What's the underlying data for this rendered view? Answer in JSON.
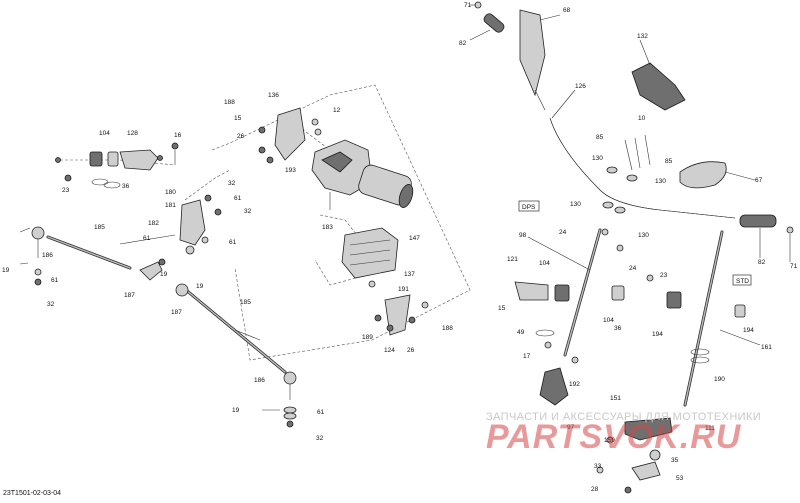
{
  "diagram_code": "23T1501-02-03-04",
  "watermark": {
    "caption": "ЗАПЧАСТИ И АКСЕССУАРЫ ДЛЯ МОТОТЕХНИКИ",
    "logo": "PARTSVOK.RU"
  },
  "tags": {
    "dps": "DPS",
    "std": "STD"
  },
  "callouts": [
    {
      "id": "c71a",
      "text": "71"
    },
    {
      "id": "c68",
      "text": "68"
    },
    {
      "id": "c82a",
      "text": "82"
    },
    {
      "id": "c132",
      "text": "132"
    },
    {
      "id": "c126",
      "text": "126"
    },
    {
      "id": "c10",
      "text": "10"
    },
    {
      "id": "c85a",
      "text": "85"
    },
    {
      "id": "c85b",
      "text": "85"
    },
    {
      "id": "c130a",
      "text": "130"
    },
    {
      "id": "c130b",
      "text": "130"
    },
    {
      "id": "c130c",
      "text": "130"
    },
    {
      "id": "c130d",
      "text": "130"
    },
    {
      "id": "c67",
      "text": "67"
    },
    {
      "id": "c82b",
      "text": "82"
    },
    {
      "id": "c71b",
      "text": "71"
    },
    {
      "id": "c136",
      "text": "136"
    },
    {
      "id": "c188a",
      "text": "188"
    },
    {
      "id": "c15a",
      "text": "15"
    },
    {
      "id": "c26a",
      "text": "26"
    },
    {
      "id": "c12",
      "text": "12"
    },
    {
      "id": "c193",
      "text": "193"
    },
    {
      "id": "c104a",
      "text": "104"
    },
    {
      "id": "c128",
      "text": "128"
    },
    {
      "id": "c16",
      "text": "16"
    },
    {
      "id": "c23a",
      "text": "23"
    },
    {
      "id": "c36a",
      "text": "36"
    },
    {
      "id": "c180",
      "text": "180"
    },
    {
      "id": "c32a",
      "text": "32"
    },
    {
      "id": "c61a",
      "text": "61"
    },
    {
      "id": "c32b",
      "text": "32"
    },
    {
      "id": "c181",
      "text": "181"
    },
    {
      "id": "c182",
      "text": "182"
    },
    {
      "id": "c61b",
      "text": "61"
    },
    {
      "id": "c61c",
      "text": "61"
    },
    {
      "id": "c183",
      "text": "183"
    },
    {
      "id": "c147",
      "text": "147"
    },
    {
      "id": "c185a",
      "text": "185"
    },
    {
      "id": "c186a",
      "text": "186"
    },
    {
      "id": "c19a",
      "text": "19"
    },
    {
      "id": "c61d",
      "text": "61"
    },
    {
      "id": "c32c",
      "text": "32"
    },
    {
      "id": "c187a",
      "text": "187"
    },
    {
      "id": "c19b",
      "text": "19"
    },
    {
      "id": "c19c",
      "text": "19"
    },
    {
      "id": "c187b",
      "text": "187"
    },
    {
      "id": "c185b",
      "text": "185"
    },
    {
      "id": "c137",
      "text": "137"
    },
    {
      "id": "c191",
      "text": "191"
    },
    {
      "id": "c188b",
      "text": "188"
    },
    {
      "id": "c189",
      "text": "189"
    },
    {
      "id": "c124",
      "text": "124"
    },
    {
      "id": "c26b",
      "text": "26"
    },
    {
      "id": "c186b",
      "text": "186"
    },
    {
      "id": "c19d",
      "text": "19"
    },
    {
      "id": "c61e",
      "text": "61"
    },
    {
      "id": "c32d",
      "text": "32"
    },
    {
      "id": "c98",
      "text": "98"
    },
    {
      "id": "c24a",
      "text": "24"
    },
    {
      "id": "c24b",
      "text": "24"
    },
    {
      "id": "c121",
      "text": "121"
    },
    {
      "id": "c104b",
      "text": "104"
    },
    {
      "id": "c104c",
      "text": "104"
    },
    {
      "id": "c15b",
      "text": "15"
    },
    {
      "id": "c36b",
      "text": "36"
    },
    {
      "id": "c23b",
      "text": "23"
    },
    {
      "id": "c194a",
      "text": "194"
    },
    {
      "id": "c194b",
      "text": "194"
    },
    {
      "id": "c49",
      "text": "49"
    },
    {
      "id": "c17",
      "text": "17"
    },
    {
      "id": "c192",
      "text": "192"
    },
    {
      "id": "c161",
      "text": "161"
    },
    {
      "id": "c190",
      "text": "190"
    },
    {
      "id": "c97",
      "text": "97"
    },
    {
      "id": "c151",
      "text": "151"
    },
    {
      "id": "c159",
      "text": "159"
    },
    {
      "id": "c111",
      "text": "111"
    },
    {
      "id": "c35",
      "text": "35"
    },
    {
      "id": "c33",
      "text": "33"
    },
    {
      "id": "c53",
      "text": "53"
    },
    {
      "id": "c28",
      "text": "28"
    }
  ]
}
